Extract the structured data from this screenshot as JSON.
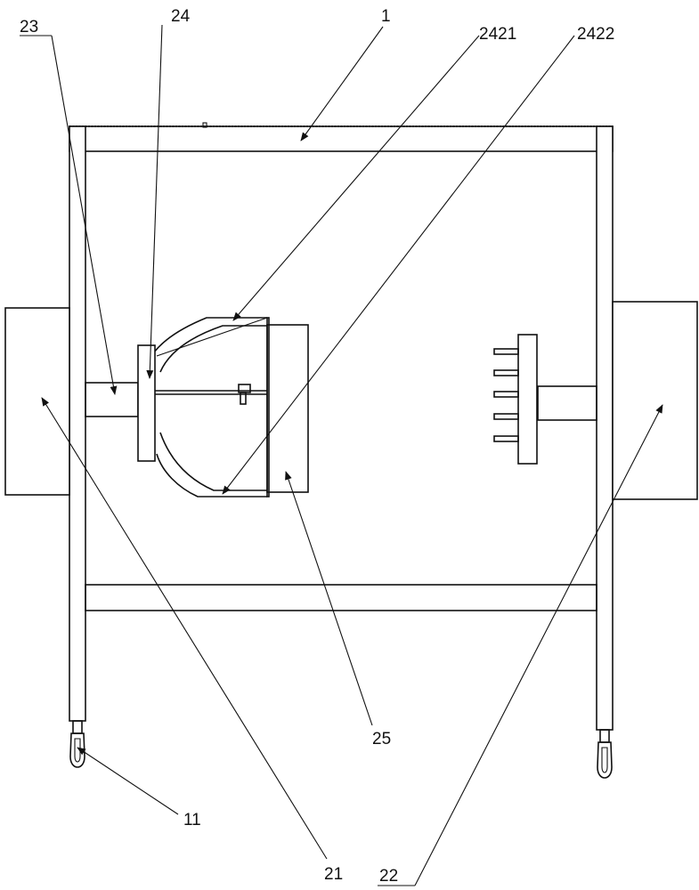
{
  "labels": {
    "l23": "23",
    "l24": "24",
    "l1": "1",
    "l2421": "2421",
    "l2422": "2422",
    "l25": "25",
    "l11": "11",
    "l21": "21",
    "l22": "22"
  },
  "colors": {
    "line": "#111111",
    "background": "#ffffff"
  }
}
